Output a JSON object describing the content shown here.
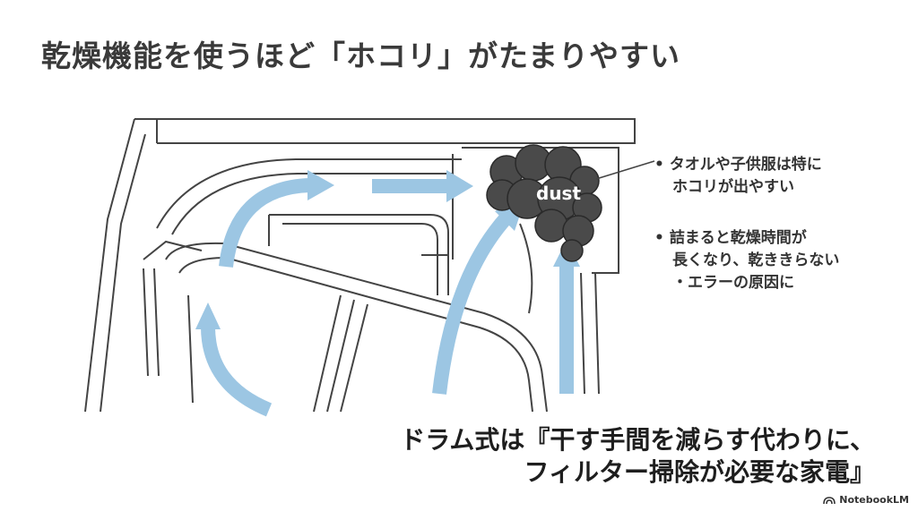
{
  "title": "乾燥機能を使うほど「ホコリ」がたまりやすい",
  "diagram": {
    "dust_label": "dust",
    "colors": {
      "arrow": "#9cc6e3",
      "line": "#444444",
      "dust": "#4a4a4a"
    }
  },
  "bullets": [
    {
      "lines": [
        "タオルや子供服は特に",
        "ホコリが出やすい"
      ]
    },
    {
      "lines": [
        "詰まると乾燥時間が",
        "長くなり、乾ききらない",
        "・エラーの原因に"
      ]
    }
  ],
  "bottom": {
    "line1": "ドラム式は『干す手間を減らす代わりに、",
    "line2": "フィルター掃除が必要な家電』"
  },
  "logo": {
    "text": "NotebookLM",
    "icon": "notebooklm-icon"
  }
}
